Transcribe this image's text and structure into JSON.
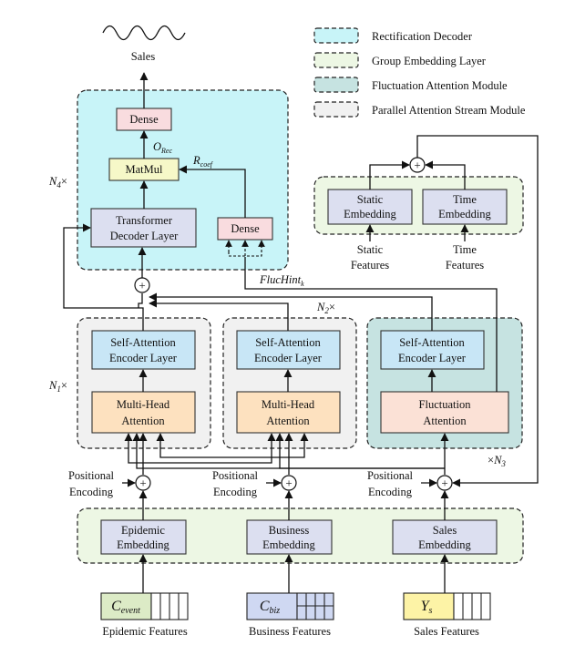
{
  "legend": {
    "items": [
      {
        "label": "Rectification Decoder",
        "color": "#c8f4f8"
      },
      {
        "label": "Group Embedding Layer",
        "color": "#edf7e4"
      },
      {
        "label": "Fluctuation Attention Module",
        "color": "#c6e3e1"
      },
      {
        "label": "Parallel Attention Stream Module",
        "color": "#f1f1f1"
      }
    ]
  },
  "top": {
    "sales_label": "Sales"
  },
  "decoder": {
    "dense_top": "Dense",
    "matmul": "MatMul",
    "o_rec": "O",
    "o_rec_sub": "Rec",
    "r_coef": "R",
    "r_coef_sub": "coef",
    "transformer_line1": "Transformer",
    "transformer_line2": "Decoder Layer",
    "dense_right": "Dense",
    "repeat": "N",
    "repeat_sub": "4",
    "repeat_suffix": "×"
  },
  "fluc_hint": {
    "text": "FlucHint",
    "sub": "k"
  },
  "right_embed": {
    "static_line1": "Static",
    "static_line2": "Embedding",
    "time_line1": "Time",
    "time_line2": "Embedding",
    "static_feat_line1": "Static",
    "static_feat_line2": "Features",
    "time_feat_line1": "Time",
    "time_feat_line2": "Features"
  },
  "streams": {
    "n1": "N",
    "n1_sub": "1",
    "n1_suffix": "×",
    "n2": "N",
    "n2_sub": "2",
    "n2_suffix": "×",
    "n3_prefix": "×",
    "n3": "N",
    "n3_sub": "3",
    "sa_line1": "Self-Attention",
    "sa_line2": "Encoder Layer",
    "mha_line1": "Multi-Head",
    "mha_line2": "Attention",
    "fluc_line1": "Fluctuation",
    "fluc_line2": "Attention"
  },
  "positional": {
    "line1": "Positional",
    "line2": "Encoding"
  },
  "embeddings": {
    "epi_line1": "Epidemic",
    "epi_line2": "Embedding",
    "biz_line1": "Business",
    "biz_line2": "Embedding",
    "sales_line1": "Sales",
    "sales_line2": "Embedding"
  },
  "inputs": {
    "epi_var": "C",
    "epi_sub": "event",
    "epi_label": "Epidemic Features",
    "epi_color": "#dcebc6",
    "biz_var": "C",
    "biz_sub": "biz",
    "biz_label": "Business Features",
    "biz_color": "#cfd8f2",
    "sales_var": "Y",
    "sales_sub": "s",
    "sales_label": "Sales Features",
    "sales_color": "#fdf3a6"
  },
  "colors": {
    "dense": "#f9dcdf",
    "matmul": "#f6f8c8",
    "layer": "#dcdff0",
    "sa": "#c8e6f6",
    "mha": "#fde1bf",
    "fluc": "#fbe1d6",
    "embed": "#dcdff0"
  }
}
